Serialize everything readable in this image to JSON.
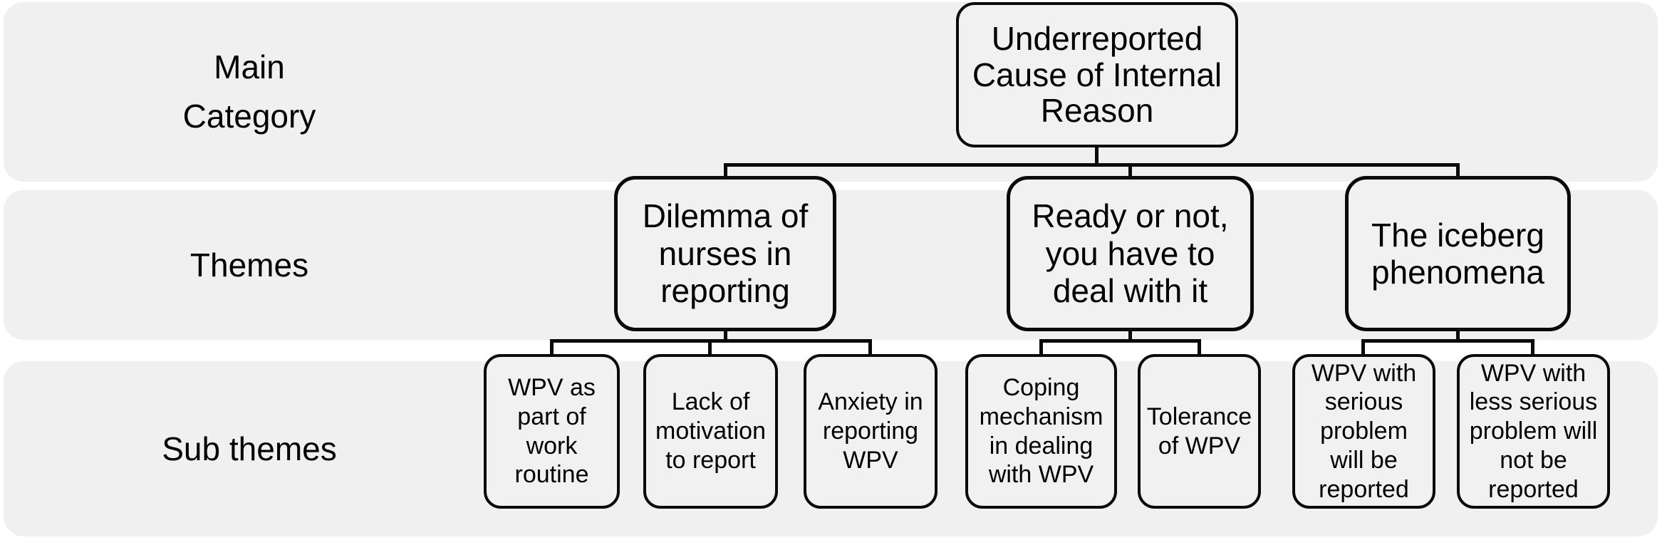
{
  "rows": [
    {
      "label": "Main\nCategory"
    },
    {
      "label": "Themes"
    },
    {
      "label": "Sub themes"
    }
  ],
  "main_category": {
    "label": "Underreported\nCause of Internal\nReason"
  },
  "themes": [
    {
      "label": "Dilemma of\nnurses in\nreporting",
      "sub_themes": [
        {
          "label": "WPV as\npart of\nwork\nroutine"
        },
        {
          "label": "Lack of\nmotivation\nto report"
        },
        {
          "label": "Anxiety in\nreporting\nWPV"
        }
      ]
    },
    {
      "label": "Ready or not,\nyou have to\ndeal with it",
      "sub_themes": [
        {
          "label": "Coping\nmechanism\nin dealing\nwith WPV"
        },
        {
          "label": "Tolerance\nof WPV"
        }
      ]
    },
    {
      "label": "The iceberg\nphenomena",
      "sub_themes": [
        {
          "label": "WPV with\nserious\nproblem\nwill be\nreported"
        },
        {
          "label": "WPV with\nless serious\nproblem will\nnot be\nreported"
        }
      ]
    }
  ],
  "colors": {
    "band": "#f0f0f0",
    "box_fill": "#f1f1f1",
    "line": "#0a0a0a",
    "text": "#000000",
    "background": "#ffffff"
  }
}
